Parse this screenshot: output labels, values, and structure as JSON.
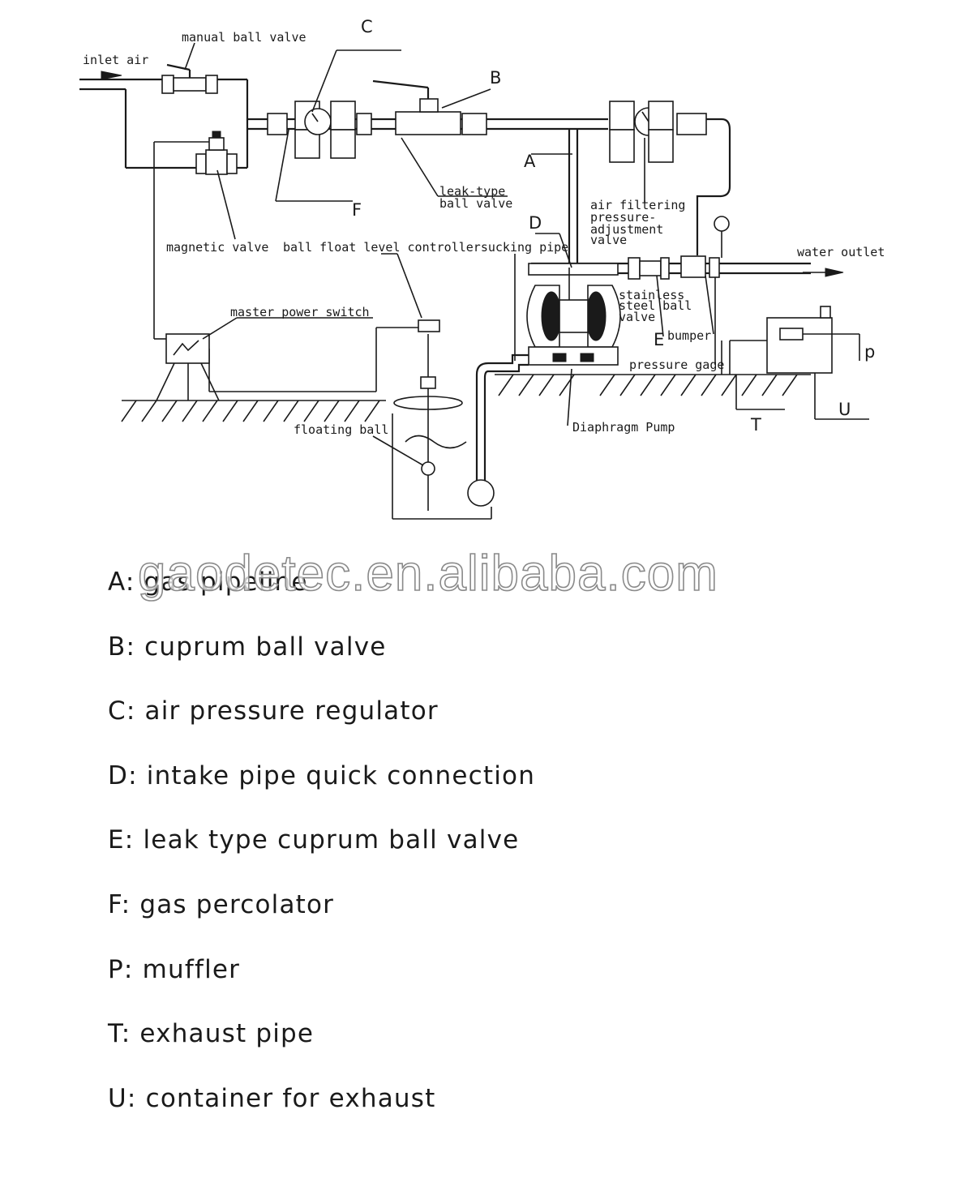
{
  "diagram": {
    "labels": {
      "inlet_air": "inlet air",
      "manual_ball_valve": "manual ball valve",
      "c": "C",
      "b": "B",
      "a": "A",
      "f": "F",
      "d": "D",
      "e": "E",
      "t": "T",
      "u": "U",
      "p": "p",
      "leak_type_1": "leak-type",
      "leak_type_2": "ball valve",
      "air_filter_1": "air filtering",
      "air_filter_2": "pressure-",
      "air_filter_3": "adjustment",
      "air_filter_4": "valve",
      "magnetic_valve": "magnetic valve",
      "ball_float": "ball float level controllersucking pipe",
      "water_outlet": "water outlet",
      "stainless_1": "stainless",
      "stainless_2": "steel ball",
      "stainless_3": "valve",
      "bumper": "bumper",
      "master_power_switch": "master power switch",
      "pressure_gage": "pressure gage",
      "floating_ball": "floating ball",
      "diaphragm_pump": "Diaphragm Pump"
    }
  },
  "legend": [
    "A: gas pipeline",
    "B: cuprum ball valve",
    "C: air pressure regulator",
    "D: intake pipe quick connection",
    "E: leak type cuprum ball valve",
    "F: gas percolator",
    "P: muffler",
    "T: exhaust pipe",
    "U: container for exhaust"
  ],
  "watermark": "gaodetec.en.alibaba.com"
}
